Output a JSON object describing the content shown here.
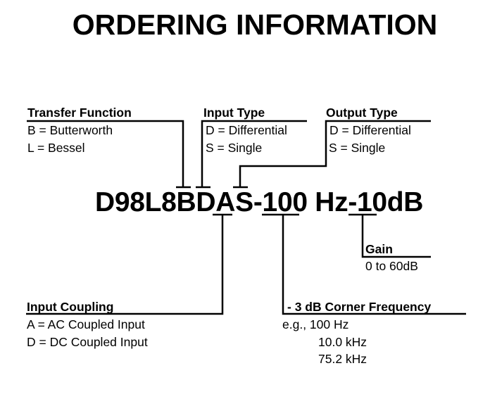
{
  "title": "ORDERING INFORMATION",
  "part_number": "D98L8BDAS-100 Hz-10dB",
  "fields": {
    "transfer_function": {
      "heading": "Transfer Function",
      "options": [
        "B = Butterworth",
        "L = Bessel"
      ]
    },
    "input_type": {
      "heading": "Input Type",
      "options": [
        "D = Differential",
        "S = Single"
      ]
    },
    "output_type": {
      "heading": "Output Type",
      "options": [
        "D = Differential",
        "S = Single"
      ]
    },
    "gain": {
      "heading": "Gain",
      "options": [
        "0 to 60dB"
      ]
    },
    "input_coupling": {
      "heading": "Input Coupling",
      "options": [
        "A = AC Coupled Input",
        "D = DC Coupled Input"
      ]
    },
    "corner_frequency": {
      "heading": "- 3 dB Corner Frequency",
      "options": [
        "e.g., 100 Hz",
        "10.0 kHz",
        "75.2 kHz"
      ]
    }
  }
}
